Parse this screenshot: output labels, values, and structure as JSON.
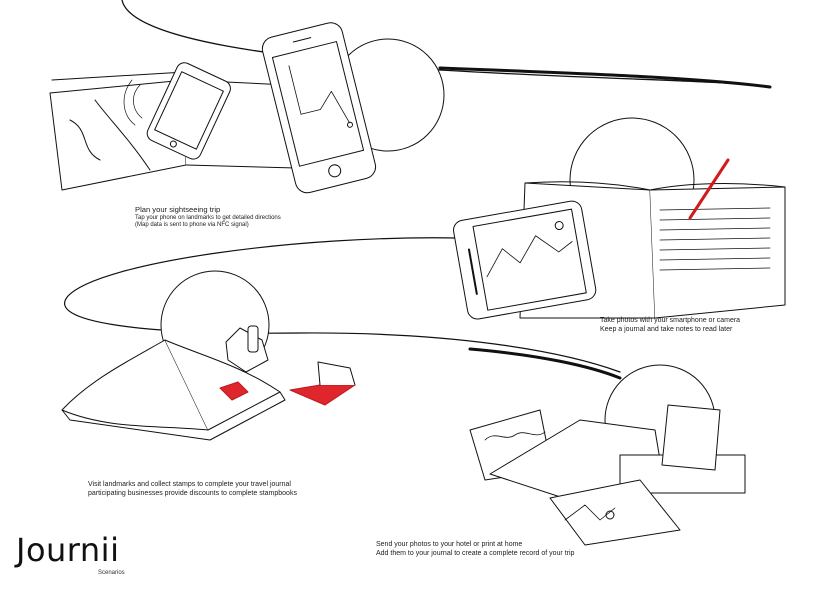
{
  "brand": {
    "name": "Journii",
    "subtitle": "Scenarios"
  },
  "accent_color": "#e0262d",
  "steps": [
    {
      "title": "Plan your sightseeing trip",
      "lines": [
        "Tap your phone on landmarks to get detailed directions",
        "(Map data is sent to phone via NFC signal)"
      ]
    },
    {
      "title": "",
      "lines": [
        "Take photos with your smartphone or camera",
        "Keep a journal and take notes to read later"
      ]
    },
    {
      "title": "",
      "lines": [
        "Visit landmarks and collect stamps  to complete your travel journal",
        "participating businesses provide discounts to complete stampbooks"
      ]
    },
    {
      "title": "",
      "lines": [
        "Send your photos to your hotel or print at home",
        "Add them to your journal to create a complete record of your trip"
      ]
    }
  ]
}
